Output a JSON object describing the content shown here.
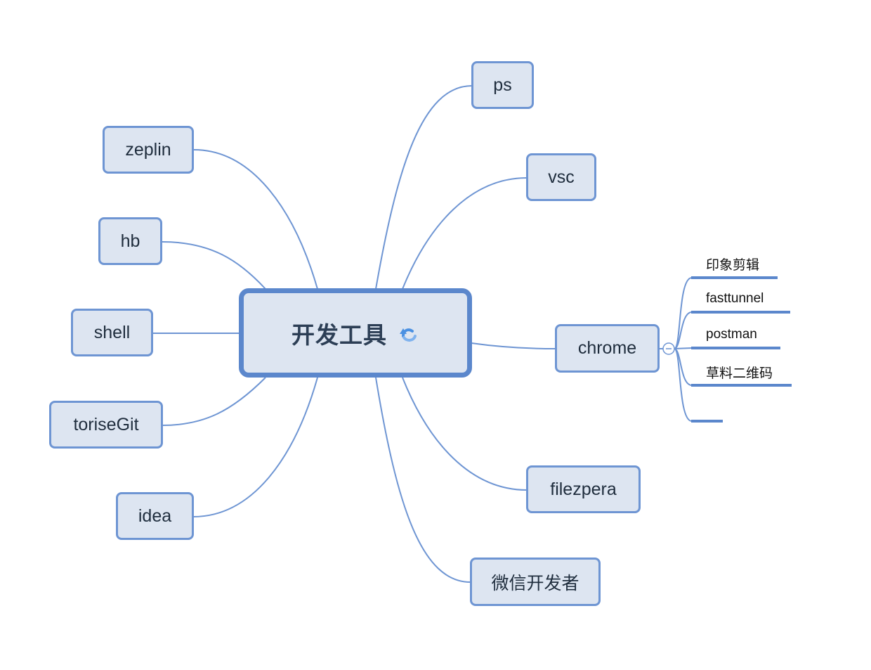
{
  "central": {
    "label": "开发工具",
    "icon": "refresh-arrow-icon"
  },
  "branches": {
    "ps": "ps",
    "vsc": "vsc",
    "chrome": "chrome",
    "filezpera": "filezpera",
    "weixin": "微信开发者",
    "zeplin": "zeplin",
    "hb": "hb",
    "shell": "shell",
    "torisegit": "toriseGit",
    "idea": "idea"
  },
  "chrome_children": [
    "印象剪辑",
    "fasttunnel",
    "postman",
    "草料二维码",
    ""
  ],
  "collapse_icon": "collapse-minus-icon",
  "colors": {
    "node_fill": "#dde5f1",
    "node_border": "#6e95d3",
    "central_border": "#5b87cc",
    "link": "#6e95d3"
  }
}
